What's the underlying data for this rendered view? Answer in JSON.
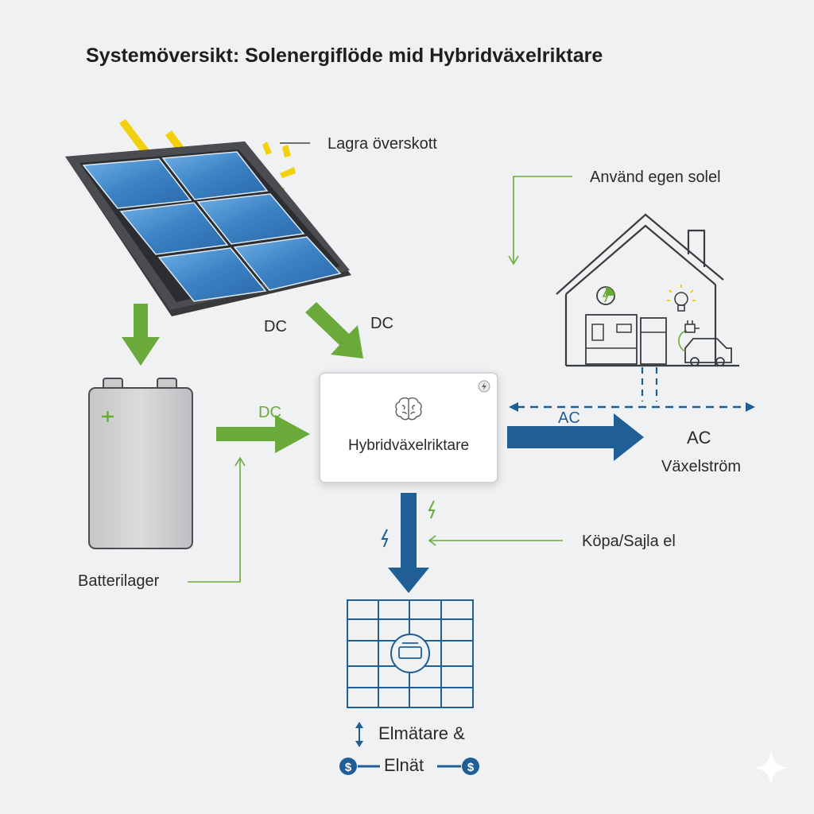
{
  "title": "Systemöversikt: Solenergiflöde mid Hybridväxelriktare",
  "labels": {
    "store_surplus": "Lagra överskott",
    "use_own_solar": "Använd egen solel",
    "dc_left": "DC",
    "dc_right": "DC",
    "dc_battery": "DC",
    "ac_arrow": "AC",
    "ac_out": "AC",
    "alternating_current": "Växelström",
    "buy_sell": "Köpa/Sajla el",
    "battery_storage": "Batterilager",
    "meter_line1": "Elmätare &",
    "meter_line2": "Elnät"
  },
  "inverter": {
    "label": "Hybridväxelriktare"
  },
  "colors": {
    "green": "#6aaa3a",
    "blue": "#1f5f96",
    "yellow": "#f2d10c",
    "panel": "#3b82c4"
  },
  "icons": {
    "brain": "brain-icon",
    "power": "power-icon",
    "bulb": "lightbulb-icon",
    "car": "electric-car-icon",
    "dollar": "dollar-icon"
  }
}
